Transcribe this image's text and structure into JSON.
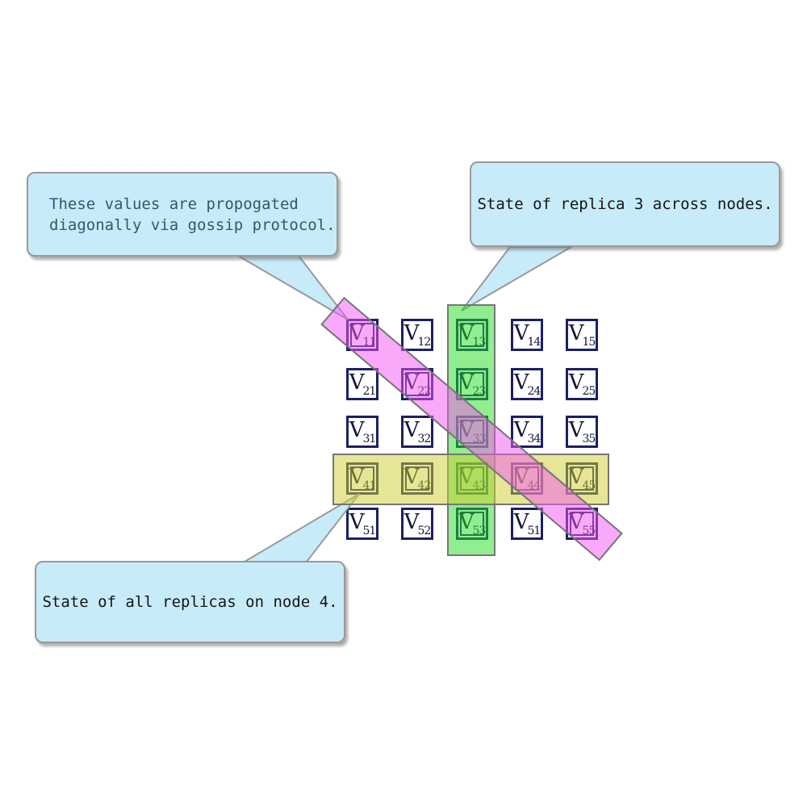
{
  "diagram": {
    "background": "#ffffff",
    "matrix": {
      "symbol": "V",
      "subscripts": [
        [
          "11",
          "12",
          "13",
          "14",
          "15"
        ],
        [
          "21",
          "22",
          "23",
          "24",
          "25"
        ],
        [
          "31",
          "32",
          "33",
          "34",
          "35"
        ],
        [
          "41",
          "42",
          "43",
          "44",
          "45"
        ],
        [
          "51",
          "52",
          "53",
          "51",
          "55"
        ]
      ],
      "cell_border_color": "#1b2064",
      "text_color": "#14143c"
    },
    "highlights": {
      "replica_column": {
        "column_number": 3,
        "fill": "rgba(34,221,34,0.5)",
        "border": "#767676"
      },
      "node_row": {
        "row_number": 4,
        "fill": "rgba(205,205,45,0.5)",
        "border": "#767676"
      },
      "gossip_diagonal": {
        "fill": "rgba(241,85,241,0.5)",
        "border": "#767676"
      }
    },
    "callouts": {
      "fill": "#c8ebfa",
      "border": "#999999",
      "gossip": {
        "lines": [
          "These values are propogated",
          "diagonally via gossip protocol."
        ],
        "text_color": "#2d5a6e"
      },
      "replica": {
        "lines": [
          "State of replica 3 across nodes."
        ],
        "text_color": "#141414"
      },
      "node": {
        "lines": [
          "State of all replicas on node 4."
        ],
        "text_color": "#141414"
      }
    }
  }
}
